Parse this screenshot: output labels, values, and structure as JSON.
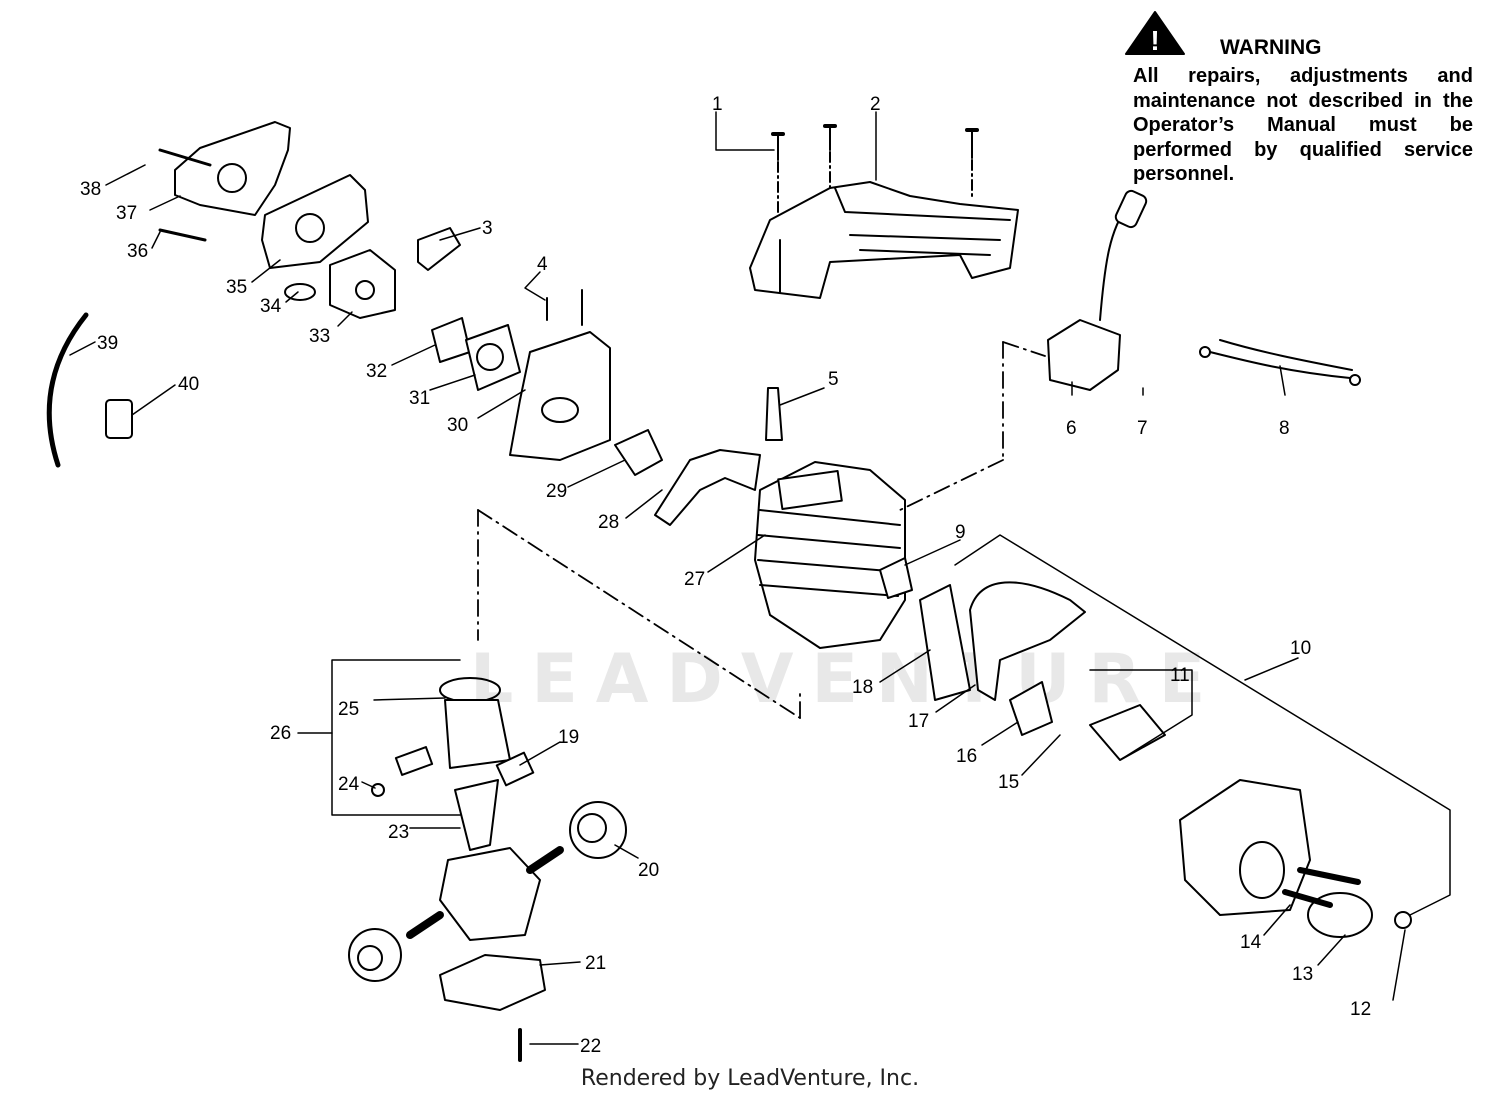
{
  "warning": {
    "title": "WARNING",
    "text": "All repairs, adjustments and maintenance not described in the Operator’s Manual must be performed by qualified service personnel."
  },
  "watermark": "LEADVENTURE",
  "footer": "Rendered by LeadVenture, Inc.",
  "callouts": [
    "1",
    "2",
    "3",
    "4",
    "5",
    "6",
    "7",
    "8",
    "9",
    "10",
    "11",
    "12",
    "13",
    "14",
    "15",
    "16",
    "17",
    "18",
    "19",
    "20",
    "21",
    "22",
    "23",
    "24",
    "25",
    "26",
    "27",
    "28",
    "29",
    "30",
    "31",
    "32",
    "33",
    "34",
    "35",
    "36",
    "37",
    "38",
    "39",
    "40"
  ]
}
